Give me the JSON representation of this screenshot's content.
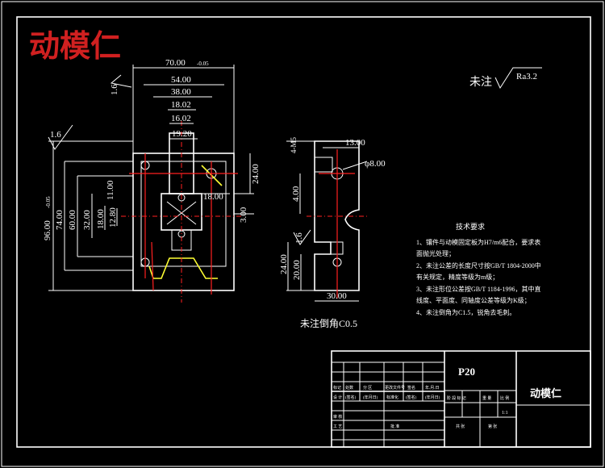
{
  "title_watermark": "动模仁",
  "surface_note": {
    "label": "未注",
    "roughness": "Ra3.2"
  },
  "chamfer_note": "未注倒角C0.5",
  "roughness_symbol_value": "1.6",
  "front_view": {
    "dim_top_overall": "70.00",
    "dim_top_overall_tol": "-0.05",
    "dim_54": "54.00",
    "dim_38": "38.00",
    "dim_18_02": "18.02",
    "dim_16_02": "16.02",
    "dim_19_20": "19.20",
    "dim_18_00": "18.00",
    "dim_3_00": "3.00",
    "dim_24_00": "24.00",
    "dim_left_overall": "96.00",
    "dim_left_overall_tol": "-0.05",
    "dim_74": "74.00",
    "dim_60": "60.00",
    "dim_32": "32.00",
    "dim_18": "18.00",
    "dim_12_80": "12.80",
    "dim_11": "11.00"
  },
  "side_view": {
    "dim_13": "13.00",
    "dim_hole": "φ8.00",
    "dim_thread": "4-M5",
    "dim_4": "4.00",
    "dim_24": "24.00",
    "dim_20": "20.00",
    "dim_30": "30.00"
  },
  "tech_requirements": {
    "heading": "技术要求",
    "items": [
      "1、镶件与动模固定板为H7/m6配合，要求表",
      "   面抛光处理；",
      "2、未注公差的长度尺寸按GB/T 1804-2000中",
      "   有关规定，精度等级为m级；",
      "3、未注形位公差按GB/T 1184-1996，其中直",
      "   线度、平面度、同轴度公差等级为K级；",
      "4、未注倒角为C1.5，锐角去毛刺。"
    ]
  },
  "title_block": {
    "material": "P20",
    "part_name": "动模仁",
    "row_labels": [
      "标记",
      "处数",
      "分 区",
      "更改文件号",
      "签名",
      "年.月.日"
    ],
    "row2_labels": [
      "设 计",
      "(签名)",
      "(年月日)",
      "标准化",
      "(签名)",
      "(年月日)"
    ],
    "stage_labels": [
      "阶 段 标 记",
      "重 量",
      "比 例"
    ],
    "scale": "1:1",
    "review_labels": [
      "审 核",
      "工 艺",
      "批 准"
    ],
    "sheet_labels": [
      "共  张",
      "第  张"
    ]
  },
  "colors": {
    "background": "#000000",
    "line": "#ffffff",
    "centerline": "#ff2020",
    "outline": "#ffff33",
    "watermark": "#d02020"
  }
}
